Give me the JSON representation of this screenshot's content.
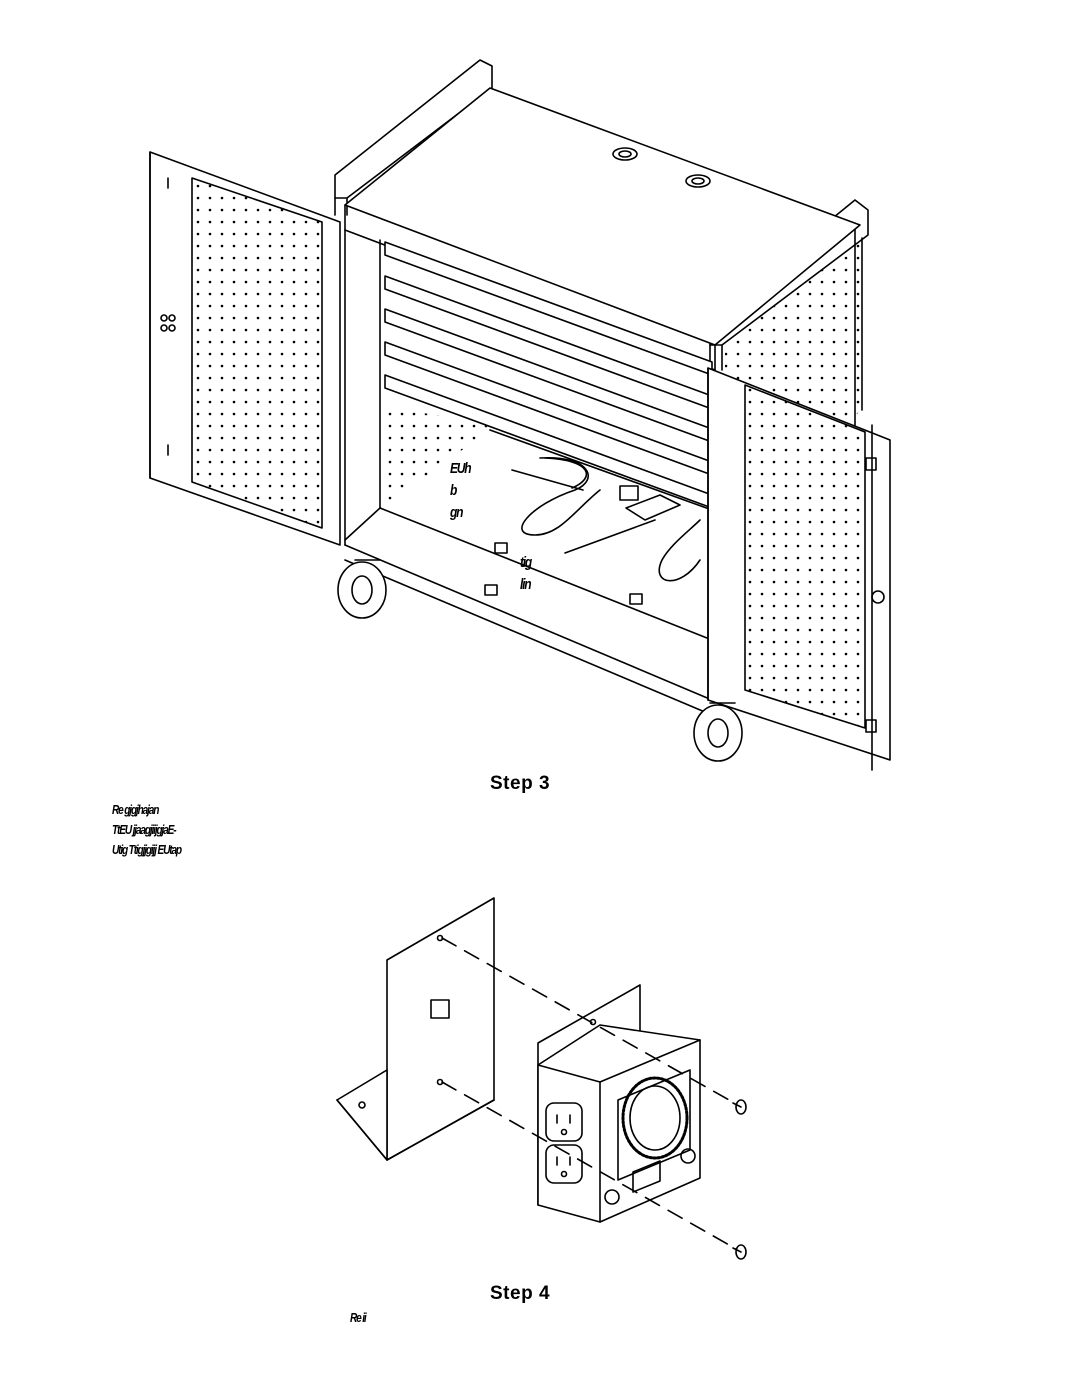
{
  "step3": {
    "heading": "Step 3",
    "callout_left": [
      "EUh",
      "b",
      "gn"
    ],
    "callout_right": [
      "tig",
      "lin"
    ],
    "caption_lines": [
      "Re   gjgjhajan",
      "TtEU jjaagjiijgjaE-",
      "Utig  Ttigjjgijj  EUtap"
    ]
  },
  "step4": {
    "heading": "Step 4",
    "caption": "Re  ii"
  }
}
